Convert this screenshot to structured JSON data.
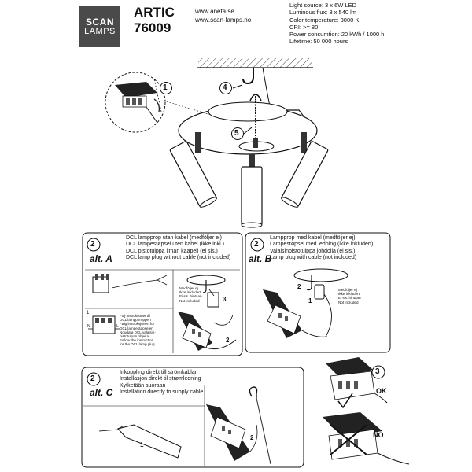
{
  "header": {
    "logo_line1": "SCAN",
    "logo_line2": "LAMPS",
    "product_name": "ARTIC",
    "product_number": "76009",
    "url_1": "www.aneta.se",
    "url_2": "www.scan-lamps.no",
    "specs": [
      "Light source: 3 x 6W LED",
      "Luminous flux: 3 x 540 lm",
      "Color temperature: 3000 K",
      "CRI: >= 80",
      "Power consumtion: 20 kWh / 1000 h",
      "Lifetime: 50 000 hours"
    ]
  },
  "main_diagram": {
    "step_1": "1",
    "step_4": "4",
    "step_5": "5"
  },
  "panel_a": {
    "step": "2",
    "alt_label": "alt. A",
    "lines": [
      "DCL lampprop utan kabel (medföljer ej)",
      "DCL lampestøpsel uten kabel (ikke inkl.)",
      "DCL  pistotulppa ilman kaapeli (ei sis.)",
      "DCL lamp plug without cable (not included)"
    ],
    "note_lines": [
      "Följ instruktioner till",
      "DCL lamppproppen",
      "Følg instruksjonen for",
      "DCL lampestøpselen",
      "Noudata DCL valaisin-",
      "pistotulpan ohjeita",
      "Follow the instruction",
      "for the DCL lamp plug"
    ],
    "tag_lines": [
      "Medföljer ej",
      "Ikke inkludert",
      "Ei sis. hintaan",
      "Not included"
    ],
    "wire_n": "N",
    "wire_l": "L",
    "wire_1": "1",
    "num_2": "2",
    "num_3": "3"
  },
  "panel_b": {
    "step": "2",
    "alt_label": "alt. B",
    "lines": [
      "Lampprop med kabel (medföljer ej)",
      "Lampestøpsel med ledning (ikke inkludert)",
      "Valaisinpistotulppa johdolla (ei sis.)",
      "Lamp plug with cable (not included)"
    ],
    "tag_lines": [
      "Medföljer ej",
      "Ikke inkludert",
      "Ei sis. hintaan",
      "Not included"
    ],
    "num_1": "1",
    "num_2": "2"
  },
  "panel_c": {
    "step": "2",
    "alt_label": "alt. C",
    "lines": [
      "Inkoppling direkt till strömkablar",
      "Installasjon direkt til strømledning",
      "Kytketään suoraan",
      "Installation directly to supply cable"
    ],
    "num_1": "1",
    "num_2": "2"
  },
  "step_3": {
    "step": "3",
    "ok_label": "OK",
    "no_label": "NO"
  }
}
